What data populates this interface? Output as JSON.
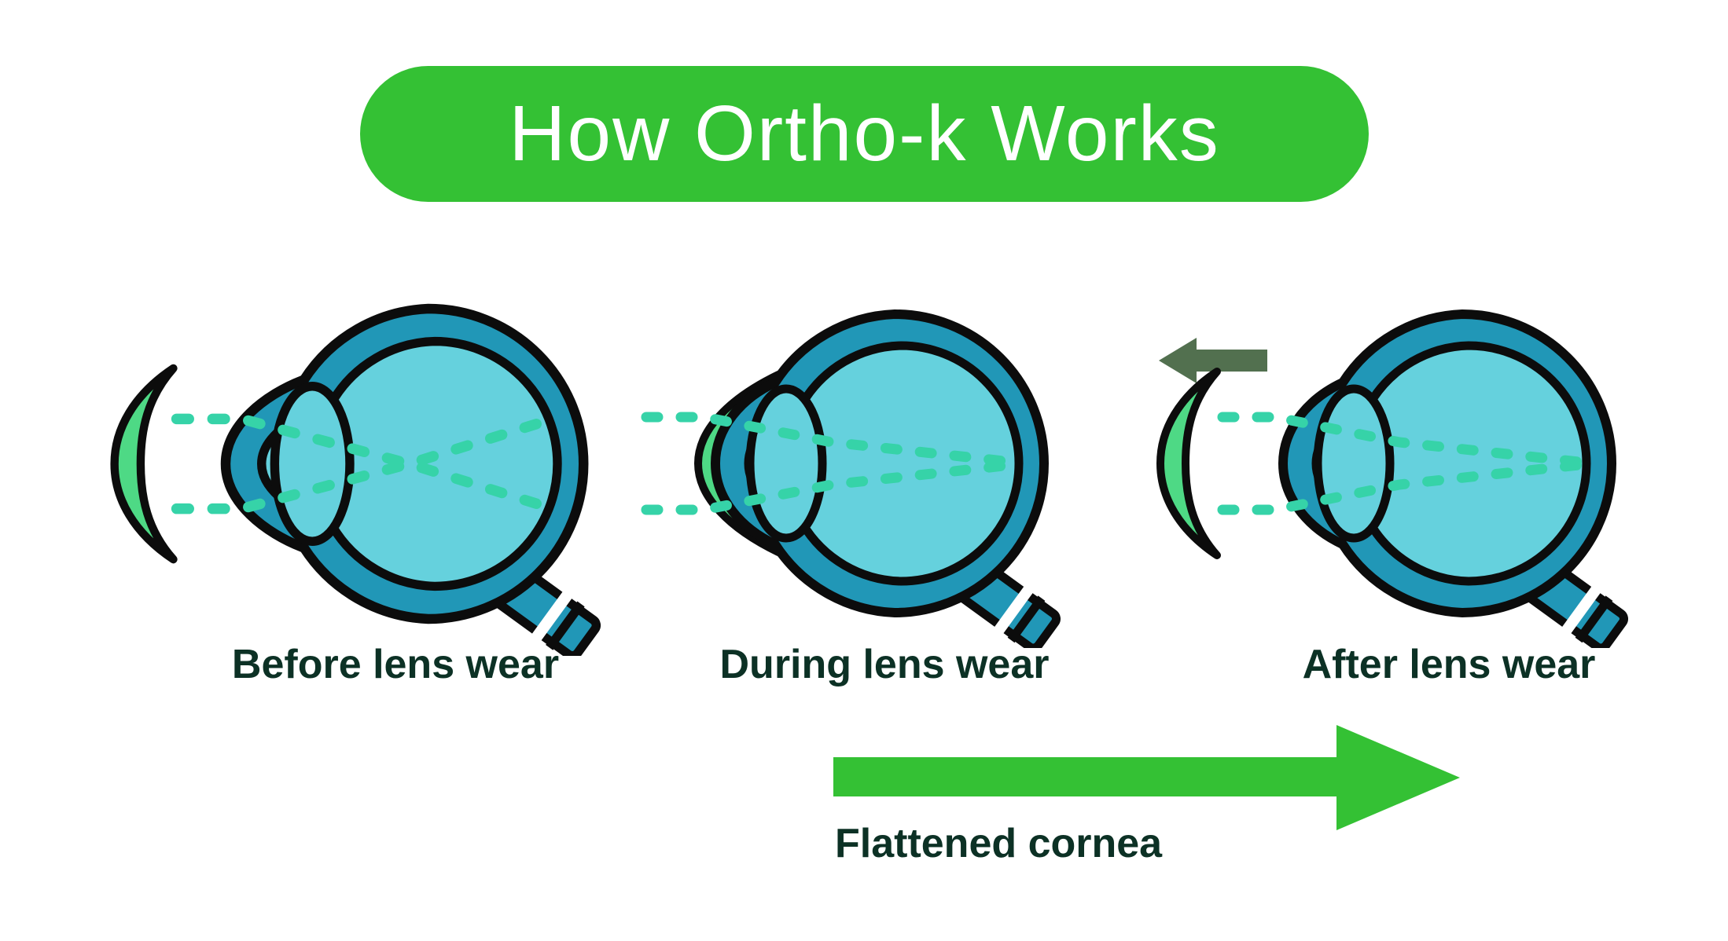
{
  "title": "How Ortho-k Works",
  "stages": [
    {
      "label": "Before lens wear"
    },
    {
      "label": "During lens wear"
    },
    {
      "label": "After lens wear"
    }
  ],
  "bottom_arrow": {
    "label": "Flattened cornea",
    "direction": "right"
  },
  "removal_arrow": {
    "direction": "left"
  },
  "colors": {
    "banner_green": "#34c134",
    "bottom_arrow_green": "#34c134",
    "ortho_k_lens_green": "#4ed985",
    "sclera_teal": "#2197b7",
    "eye_interior_cyan": "#65d1dd",
    "light_ray_mint": "#36d3a8",
    "removal_arrow_olive": "#52704f",
    "outline_black": "#0c0c0c",
    "label_text_dark": "#0c3125",
    "title_text": "#ffffff",
    "background": "#ffffff"
  }
}
